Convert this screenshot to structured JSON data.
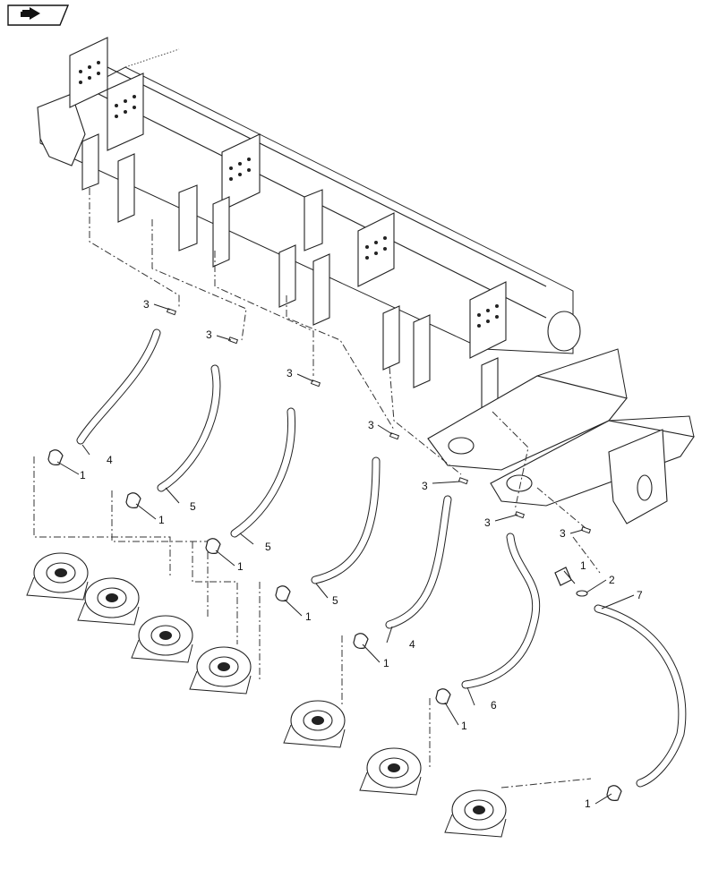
{
  "nav": {
    "icon": "navigation-arrow-icon"
  },
  "callouts": {
    "c3a": "3",
    "c3b": "3",
    "c3c": "3",
    "c3d": "3",
    "c3e": "3",
    "c3f": "3",
    "c3g": "3",
    "c4a": "4",
    "c4b": "4",
    "c5a": "5",
    "c5b": "5",
    "c5c": "5",
    "c6": "6",
    "c7": "7",
    "c2": "2",
    "c1a": "1",
    "c1b": "1",
    "c1c": "1",
    "c1d": "1",
    "c1e": "1",
    "c1f": "1",
    "c1g": "1",
    "c1h": "1"
  }
}
